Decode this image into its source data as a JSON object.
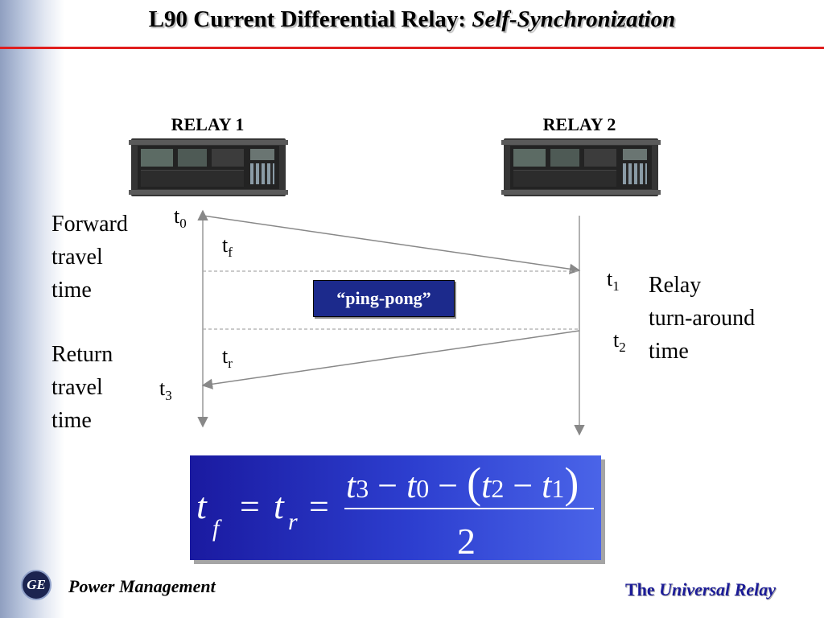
{
  "title": {
    "main": "L90 Current Differential Relay: ",
    "emphasis": "Self-Synchronization"
  },
  "relays": [
    {
      "label": "RELAY 1"
    },
    {
      "label": "RELAY 2"
    }
  ],
  "left_labels": {
    "forward": [
      "Forward",
      "travel",
      "time"
    ],
    "return": [
      "Return",
      "travel",
      "time"
    ]
  },
  "right_label": [
    "Relay",
    "turn-around",
    "time"
  ],
  "times": {
    "t0": {
      "base": "t",
      "sub": "0"
    },
    "tf": {
      "base": "t",
      "sub": "f"
    },
    "t1": {
      "base": "t",
      "sub": "1"
    },
    "t2": {
      "base": "t",
      "sub": "2"
    },
    "tr": {
      "base": "t",
      "sub": "r"
    },
    "t3": {
      "base": "t",
      "sub": "3"
    }
  },
  "ping_pong": "“ping-pong”",
  "formula": {
    "lhs1": "t",
    "lhs1_sub": "f",
    "eq1": "=",
    "lhs2": "t",
    "lhs2_sub": "r",
    "eq2": "=",
    "numerator": [
      {
        "t": "t",
        "sub": "3"
      },
      {
        "op": "−"
      },
      {
        "t": "t",
        "sub": "0"
      },
      {
        "op": "−"
      },
      {
        "paren": "("
      },
      {
        "t": "t",
        "sub": "2"
      },
      {
        "op": "−"
      },
      {
        "t": "t",
        "sub": "1"
      },
      {
        "paren": ")"
      }
    ],
    "denominator": "2"
  },
  "footer": {
    "logo": "GE",
    "left": "Power Management",
    "right_plain": "The ",
    "right_italic": "Universal Relay"
  },
  "colors": {
    "title_rule": "#e01e1e",
    "ping_bg": "#1c2a8c",
    "formula_bg": "#2d3fd0",
    "footer_right": "#1c1c98"
  }
}
